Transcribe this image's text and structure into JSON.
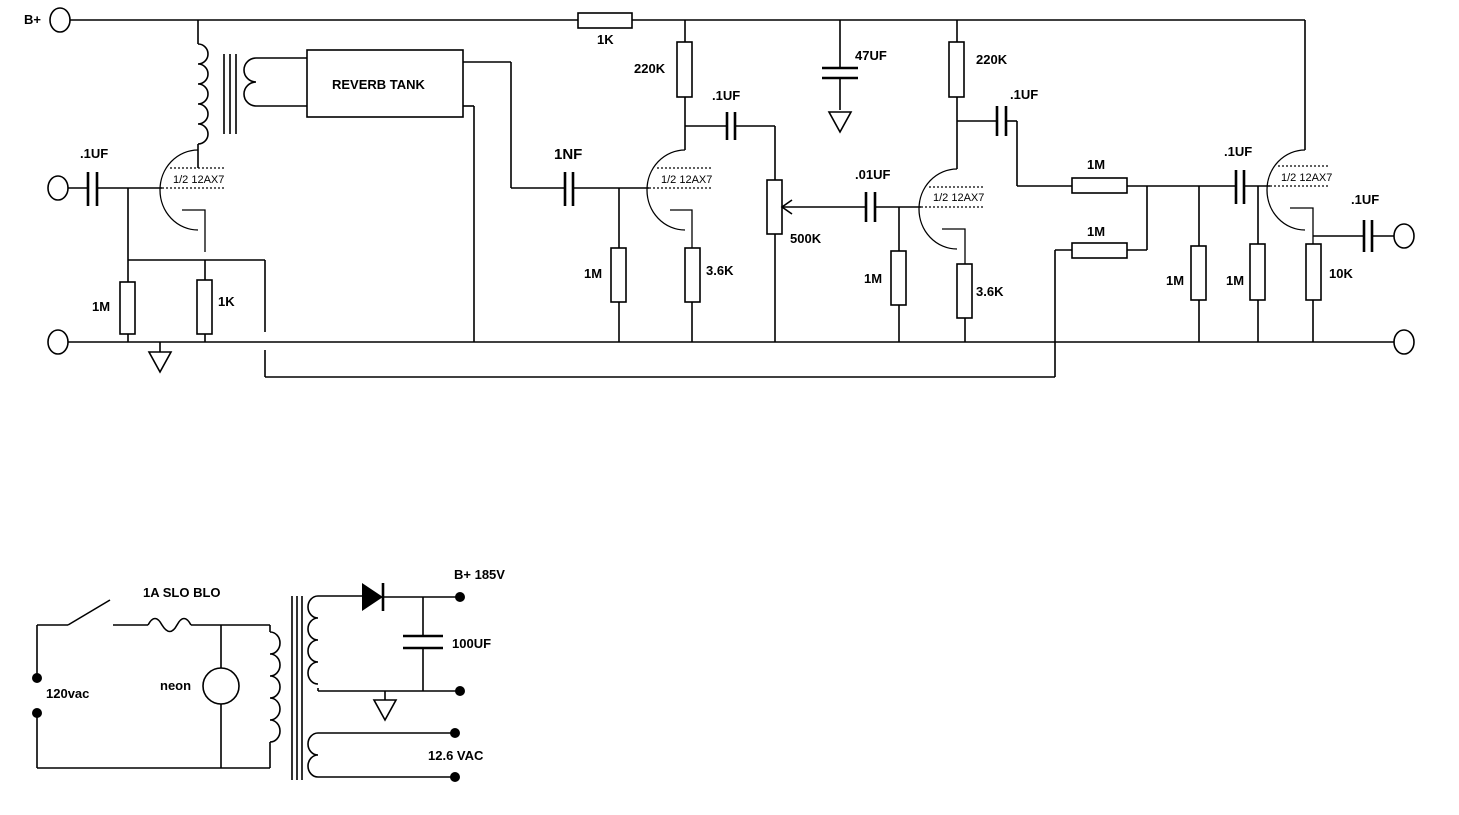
{
  "labels": {
    "bplus": "B+",
    "reverb_tank": "REVERB TANK",
    "r_supply": "1K",
    "c_filter": "47UF",
    "r_plate1": "220K",
    "r_plate2": "220K",
    "c_couple1": ".1UF",
    "c_couple2": ".1UF",
    "c_in": ".1UF",
    "c_1nf": "1NF",
    "c_001": ".01UF",
    "c_mix": ".1UF",
    "c_out": ".1UF",
    "tube1": "1/2 12AX7",
    "tube2": "1/2 12AX7",
    "tube3": "1/2 12AX7",
    "tube4": "1/2 12AX7",
    "r_grid1": "1M",
    "r_cath1": "1K",
    "r_grid2": "1M",
    "r_cath2": "3.6K",
    "pot": "500K",
    "r_grid3": "1M",
    "r_cath3": "3.6K",
    "r_mix1": "1M",
    "r_mix2": "1M",
    "r_grid4a": "1M",
    "r_grid4b": "1M",
    "r_out": "10K"
  },
  "psu": {
    "fuse": "1A SLO BLO",
    "neon": "neon",
    "mains": "120vac",
    "bplus_out": "B+  185V",
    "cap": "100UF",
    "heater": "12.6 VAC"
  }
}
